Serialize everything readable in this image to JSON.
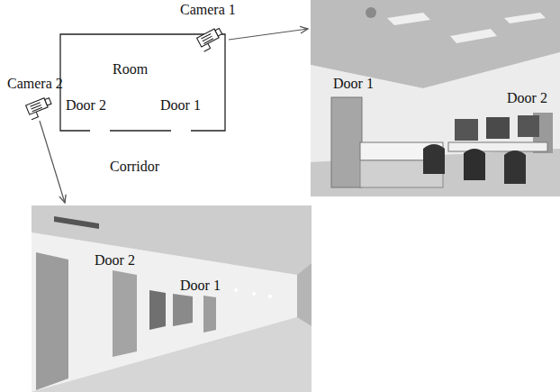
{
  "diagram": {
    "nodes": [
      {
        "text": [
          "Room",
          "Door 2",
          "Door 1"
        ]
      },
      {
        "text": [
          "Door 1",
          "Door 2"
        ]
      },
      {
        "text": [
          "Door 2",
          "Door 1"
        ]
      }
    ],
    "labels": [
      "Camera 1",
      "Camera 2",
      "Corridor"
    ]
  }
}
